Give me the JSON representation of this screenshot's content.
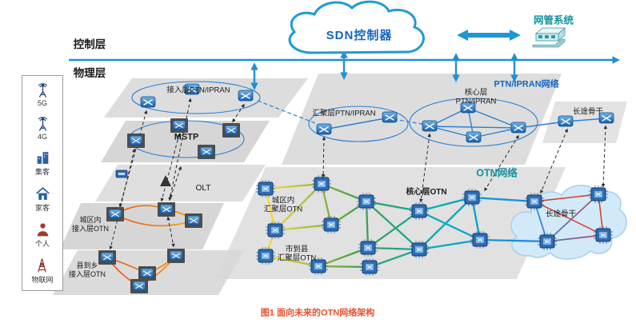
{
  "layers": {
    "control": "控制层",
    "physical": "物理层"
  },
  "controller": {
    "label": "SDN控制器"
  },
  "nms": {
    "label": "网管系统"
  },
  "sidebar": {
    "items": [
      {
        "label": "5G"
      },
      {
        "label": "4G"
      },
      {
        "label": "集客"
      },
      {
        "label": "家客"
      },
      {
        "label": "个人"
      },
      {
        "label": "物联网"
      }
    ]
  },
  "ptn": {
    "network_label": "PTN/IPRAN网络",
    "access_label": "接入层PTN/IPRAN",
    "aggregation_label": "汇聚层PTN/IPRAN",
    "core_label": "核心层\nPTN/IPRAN",
    "backbone_label": "长途骨干",
    "mstp_label": "MSTP",
    "olt_label": "OLT"
  },
  "otn": {
    "network_label": "OTN网络",
    "metro_aggregation_label": "城区内\n汇聚层OTN",
    "core_label": "核心层OTN",
    "city_county_aggregation_label": "市到县\n汇聚层OTN",
    "backbone_label": "长途骨干",
    "metro_access_label": "城区内\n接入层OTN",
    "county_access_label": "县到乡\n接入层OTN"
  },
  "caption": "图1  面向未来的OTN网络架构",
  "colors": {
    "accent_blue": "#1e8fd5",
    "teal": "#13929e",
    "ptn_blue": "#1565c0",
    "caption_red": "#e8512e"
  }
}
